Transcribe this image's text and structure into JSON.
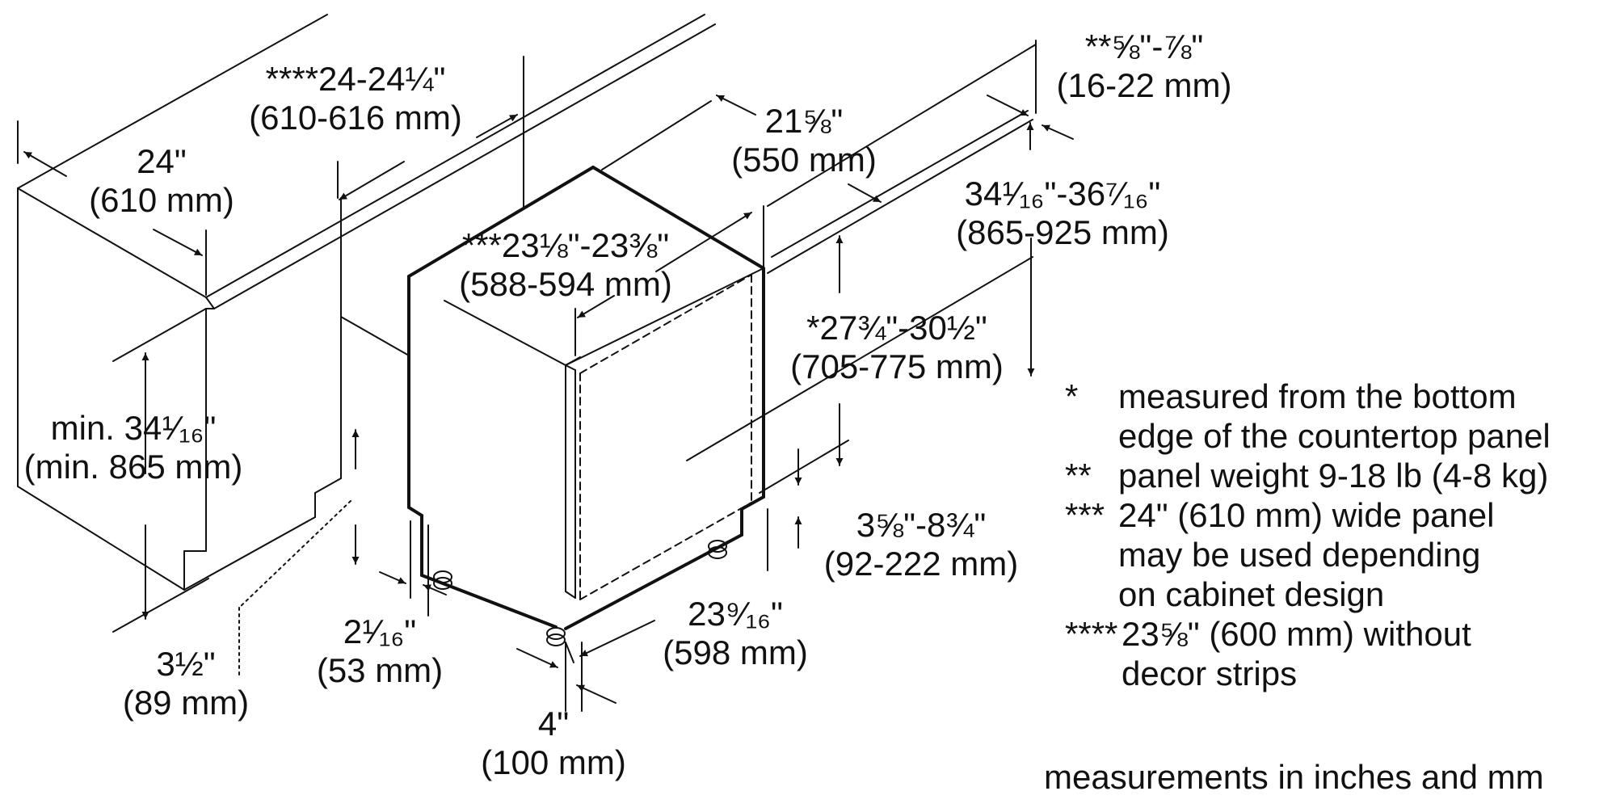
{
  "dimensions": [
    {
      "id": "cabinet_depth_overall",
      "line1": "****24-24¼\"",
      "line2": "(610-616 mm)"
    },
    {
      "id": "countertop_depth",
      "line1": "24\"",
      "line2": "(610 mm)"
    },
    {
      "id": "unit_depth",
      "line1": "21⅝\"",
      "line2": "(550 mm)"
    },
    {
      "id": "panel_thickness",
      "line1": "**⅝\"-⅞\"",
      "line2": "(16-22 mm)"
    },
    {
      "id": "niche_height",
      "line1": "34¹⁄₁₆\"-36⁷⁄₁₆\"",
      "line2": "(865-925 mm)"
    },
    {
      "id": "panel_width",
      "line1": "***23⅛\"-23⅜\"",
      "line2": "(588-594 mm)"
    },
    {
      "id": "panel_height",
      "line1": "*27¾\"-30½\"",
      "line2": "(705-775 mm)"
    },
    {
      "id": "min_height",
      "line1": "min. 34¹⁄₁₆\"",
      "line2": "(min. 865 mm)"
    },
    {
      "id": "toe_kick_height",
      "line1": "3⅝\"-8¾\"",
      "line2": "(92-222 mm)"
    },
    {
      "id": "unit_width",
      "line1": "23⁹⁄₁₆\"",
      "line2": "(598 mm)"
    },
    {
      "id": "foot_setback",
      "line1": "2¹⁄₁₆\"",
      "line2": "(53 mm)"
    },
    {
      "id": "plinth_depth",
      "line1": "3½\"",
      "line2": "(89 mm)"
    },
    {
      "id": "foot_offset",
      "line1": "4\"",
      "line2": "(100 mm)"
    }
  ],
  "notes": [
    {
      "marker": "*",
      "text": "measured from the bottom\nedge of the countertop panel"
    },
    {
      "marker": "**",
      "text": "panel weight 9-18 lb (4-8 kg)"
    },
    {
      "marker": "***",
      "text": "24\" (610 mm) wide panel\nmay be used depending\non cabinet design"
    },
    {
      "marker": "****",
      "text": "23⅝\" (600 mm) without\ndecor strips"
    }
  ],
  "footer": "measurements in inches and mm"
}
